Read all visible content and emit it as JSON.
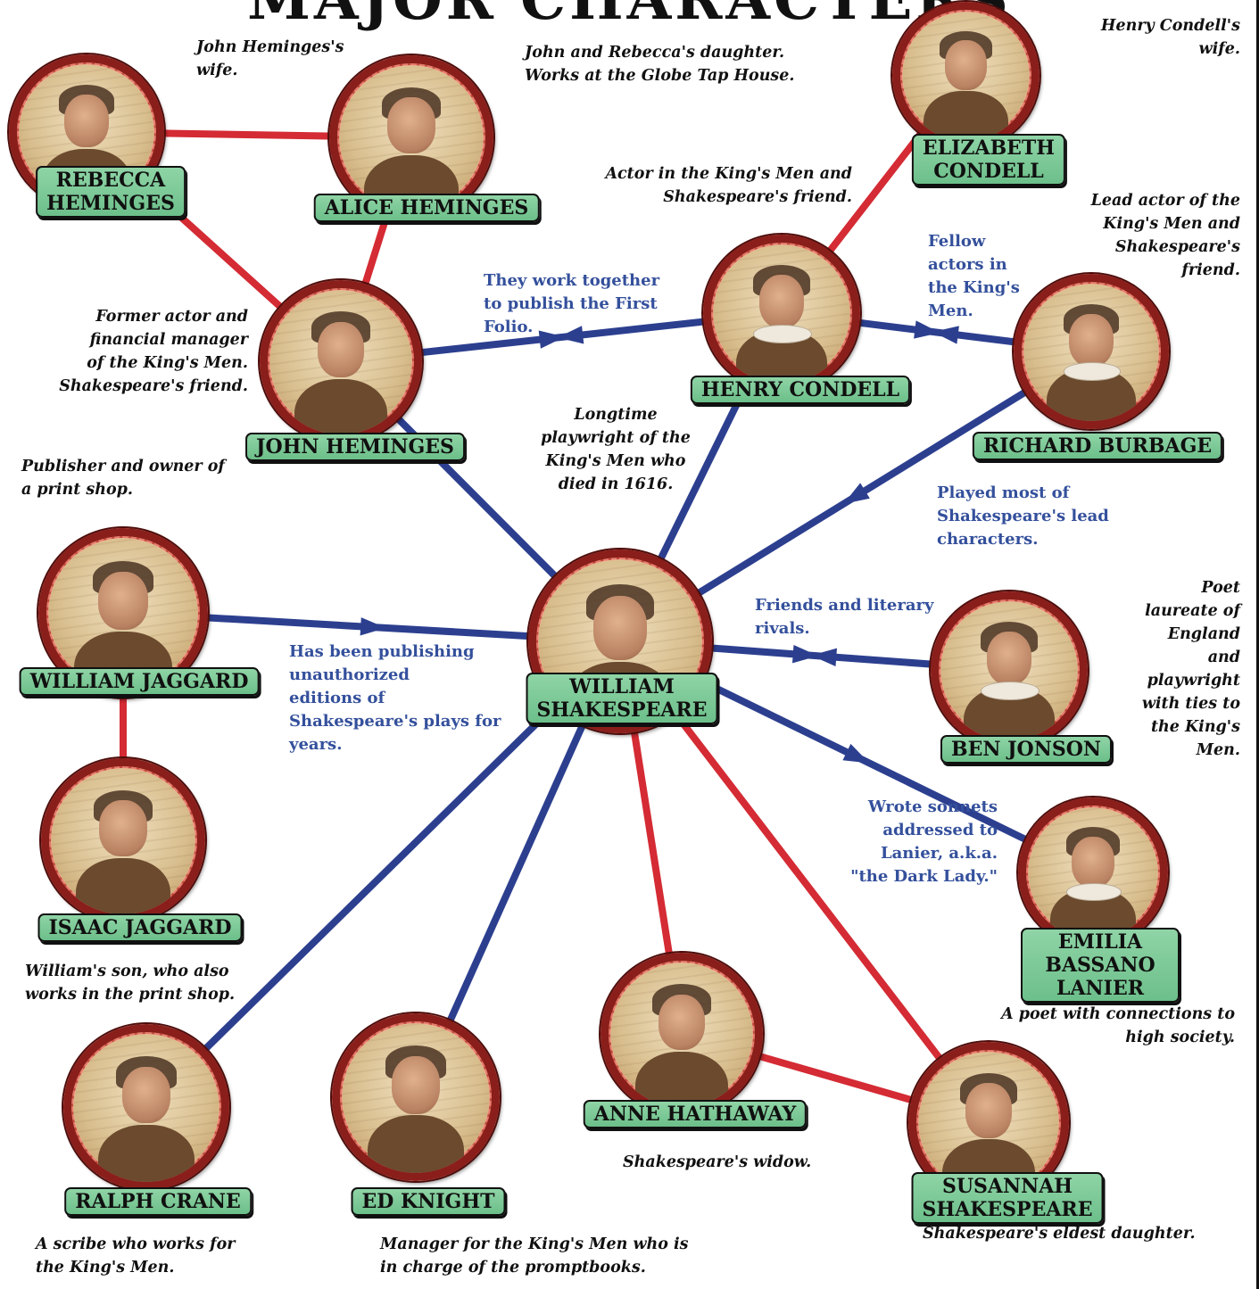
{
  "title": "MAJOR CHARACTERS",
  "colors": {
    "family_link": "#d42b34",
    "work_link": "#2c3f8f",
    "plate_fill": "#7dc99a",
    "frame_ring": "#8a1e1a",
    "relation_text": "#34509c"
  },
  "characters": {
    "rebecca": {
      "name": "REBECCA\nHEMINGES",
      "desc": "John Heminges's\nwife."
    },
    "alice": {
      "name": "ALICE HEMINGES",
      "desc": "John and Rebecca's daughter.\nWorks at the Globe Tap House."
    },
    "elizabeth": {
      "name": "ELIZABETH\nCONDELL",
      "desc": "Henry Condell's\nwife."
    },
    "henry": {
      "name": "HENRY CONDELL",
      "desc": "Actor in the King's Men and\nShakespeare's friend."
    },
    "richard": {
      "name": "RICHARD BURBAGE",
      "desc": "Lead actor of the\nKing's Men and\nShakespeare's\nfriend."
    },
    "john": {
      "name": "JOHN HEMINGES",
      "desc": "Former actor and\nfinancial manager\nof the King's Men.\nShakespeare's friend."
    },
    "william": {
      "name": "WILLIAM\nSHAKESPEARE",
      "desc": "Longtime\nplaywright of the\nKing's Men who\ndied in 1616."
    },
    "jaggard": {
      "name": "WILLIAM JAGGARD",
      "desc": "Publisher and owner of\na print shop."
    },
    "isaac": {
      "name": "ISAAC JAGGARD",
      "desc": "William's son, who also\nworks in the print shop."
    },
    "ben": {
      "name": "BEN JONSON",
      "desc": "Poet\nlaureate of\nEngland\nand\nplaywright\nwith ties to\nthe King's\nMen."
    },
    "emilia": {
      "name": "EMILIA\nBASSANO LANIER",
      "desc": "A poet with connections to\nhigh society."
    },
    "ralph": {
      "name": "RALPH CRANE",
      "desc": "A scribe who works for\nthe King's Men."
    },
    "ed": {
      "name": "ED KNIGHT",
      "desc": "Manager for the King's Men who is\nin charge of the promptbooks."
    },
    "anne": {
      "name": "ANNE HATHAWAY",
      "desc": "Shakespeare's widow."
    },
    "susannah": {
      "name": "SUSANNAH\nSHAKESPEARE",
      "desc": "Shakespeare's eldest daughter."
    }
  },
  "relations": {
    "first_folio": "They work together\nto publish the First\nFolio.",
    "fellow_actors": "Fellow\nactors in\nthe King's\nMen.",
    "lead_characters": "Played most of\nShakespeare's lead\ncharacters.",
    "rivals": "Friends and literary\nrivals.",
    "unauthorized": "Has been publishing\nunauthorized\neditions of\nShakespeare's plays for\nyears.",
    "sonnets": "Wrote sonnets\naddressed to\nLanier, a.k.a.\n\"the Dark Lady.\""
  },
  "links": [
    {
      "from": "rebecca",
      "to": "alice",
      "kind": "family",
      "arrow": "none"
    },
    {
      "from": "rebecca",
      "to": "john",
      "kind": "family",
      "arrow": "none"
    },
    {
      "from": "alice",
      "to": "john",
      "kind": "family",
      "arrow": "none"
    },
    {
      "from": "elizabeth",
      "to": "henry",
      "kind": "family",
      "arrow": "none"
    },
    {
      "from": "jaggard",
      "to": "isaac",
      "kind": "family",
      "arrow": "none"
    },
    {
      "from": "william",
      "to": "anne",
      "kind": "family",
      "arrow": "none"
    },
    {
      "from": "william",
      "to": "susannah",
      "kind": "family",
      "arrow": "none"
    },
    {
      "from": "anne",
      "to": "susannah",
      "kind": "family",
      "arrow": "none"
    },
    {
      "from": "john",
      "to": "henry",
      "kind": "work",
      "arrow": "mutual"
    },
    {
      "from": "henry",
      "to": "richard",
      "kind": "work",
      "arrow": "mutual"
    },
    {
      "from": "john",
      "to": "william",
      "kind": "work",
      "arrow": "none"
    },
    {
      "from": "henry",
      "to": "william",
      "kind": "work",
      "arrow": "none"
    },
    {
      "from": "richard",
      "to": "william",
      "kind": "work",
      "arrow": "toward_to"
    },
    {
      "from": "jaggard",
      "to": "william",
      "kind": "work",
      "arrow": "toward_to"
    },
    {
      "from": "william",
      "to": "ben",
      "kind": "work",
      "arrow": "mutual"
    },
    {
      "from": "william",
      "to": "emilia",
      "kind": "work",
      "arrow": "toward_to"
    },
    {
      "from": "william",
      "to": "ralph",
      "kind": "work",
      "arrow": "none"
    },
    {
      "from": "william",
      "to": "ed",
      "kind": "work",
      "arrow": "none"
    }
  ]
}
